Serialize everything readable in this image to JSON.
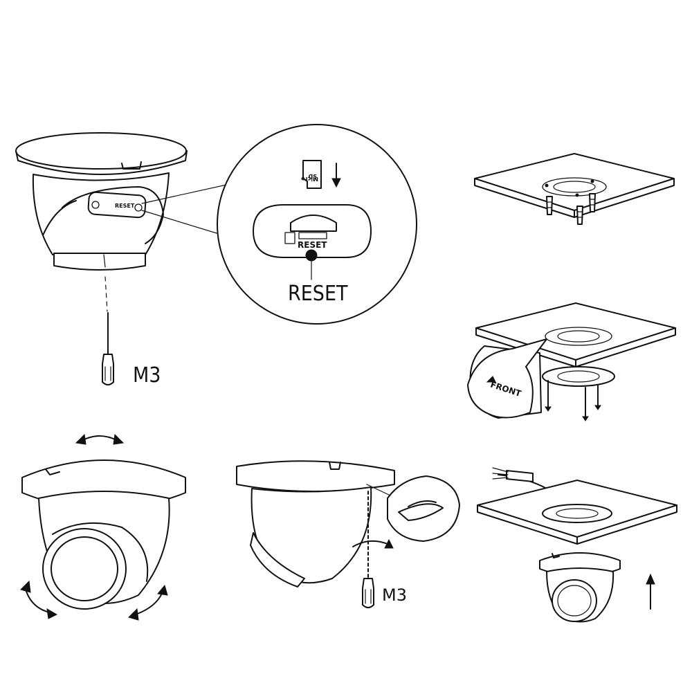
{
  "labels": {
    "reset_big": "RESET",
    "reset_small": "RESET",
    "reset_zoom_chip": "RESET",
    "screwdriver_1": "M3",
    "screwdriver_2": "M3",
    "sd_card_line1": "SD",
    "sd_card_line2": "Micro",
    "front_mark": "FRONT"
  },
  "colors": {
    "stroke": "#111111",
    "background": "#ffffff"
  }
}
